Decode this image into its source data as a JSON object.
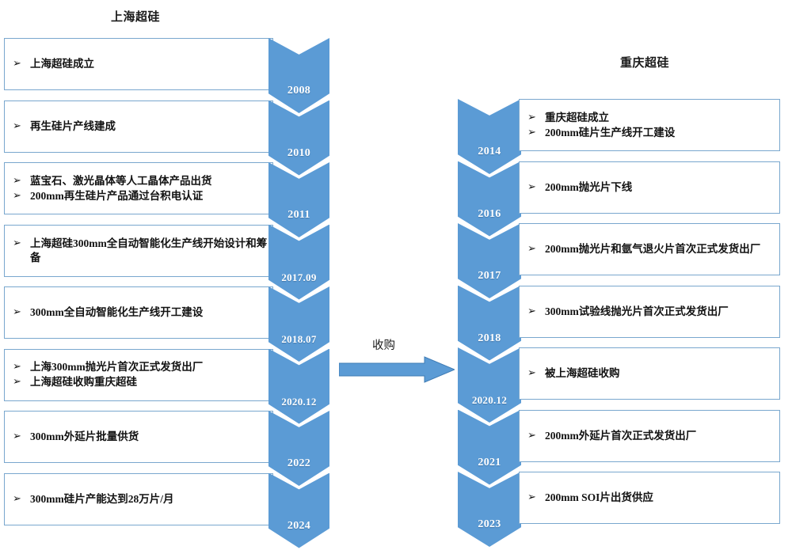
{
  "diagram": {
    "title_left": "上海超硅",
    "title_right": "重庆超硅",
    "acquisition_label": "收购",
    "accent_blue": "#5B9BD5",
    "box_border": "#79A7CE",
    "bullet_glyph": "➢"
  },
  "left_timeline": [
    {
      "year": "2008",
      "items": [
        "上海超硅成立"
      ]
    },
    {
      "year": "2010",
      "items": [
        "再生硅片产线建成"
      ]
    },
    {
      "year": "2011",
      "items": [
        "蓝宝石、激光晶体等人工晶体产品出货",
        "200mm再生硅片产品通过台积电认证"
      ]
    },
    {
      "year": "2017.09",
      "items": [
        "上海超硅300mm全自动智能化生产线开始设计和筹备"
      ]
    },
    {
      "year": "2018.07",
      "items": [
        "300mm全自动智能化生产线开工建设"
      ]
    },
    {
      "year": "2020.12",
      "items": [
        "上海300mm抛光片首次正式发货出厂",
        "上海超硅收购重庆超硅"
      ]
    },
    {
      "year": "2022",
      "items": [
        "300mm外延片批量供货"
      ]
    },
    {
      "year": "2024",
      "items": [
        "300mm硅片产能达到28万片/月"
      ]
    }
  ],
  "right_timeline": [
    {
      "year": "2014",
      "items": [
        "重庆超硅成立",
        "200mm硅片生产线开工建设"
      ]
    },
    {
      "year": "2016",
      "items": [
        "200mm抛光片下线"
      ]
    },
    {
      "year": "2017",
      "items": [
        "200mm抛光片和氩气退火片首次正式发货出厂"
      ]
    },
    {
      "year": "2018",
      "items": [
        "300mm试验线抛光片首次正式发货出厂"
      ]
    },
    {
      "year": "2020.12",
      "items": [
        "被上海超硅收购"
      ]
    },
    {
      "year": "2021",
      "items": [
        "200mm外延片首次正式发货出厂"
      ]
    },
    {
      "year": "2023",
      "items": [
        "200mm SOI片出货供应"
      ]
    }
  ]
}
